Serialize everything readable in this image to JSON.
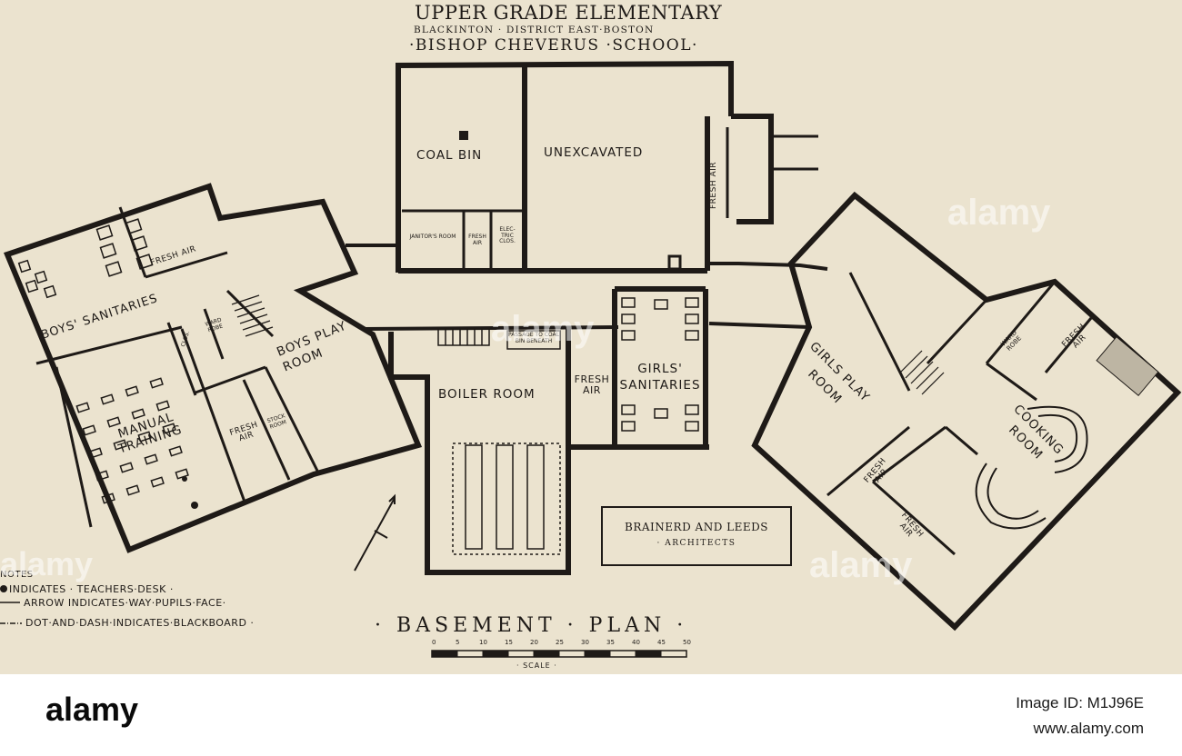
{
  "title": {
    "line1": "UPPER GRADE ELEMENTARY",
    "line2": "BLACKINTON · DISTRICT   EAST·BOSTON",
    "line3": "·BISHOP  CHEVERUS ·SCHOOL·"
  },
  "rooms": {
    "coal_bin": "COAL BIN",
    "unexcavated": "UNEXCAVATED",
    "fresh_air_top": "FRESH AIR",
    "janitors_room": "JANITOR'S ROOM",
    "fresh_air_small": "FRESH AIR",
    "electric_clos": "ELEC-TRIC CLOS.",
    "fresh_air_boys": "FRESH AIR",
    "boys_sanitaries": "BOYS' SANITARIES",
    "clos": "CLOS.",
    "ward_robe_boys": "WARD ROBE",
    "boys_play_room": "BOYS PLAY ROOM",
    "passage": "PASSAGE TO COAL BIN BENEATH",
    "boiler_room": "BOILER ROOM",
    "fresh_air_boiler": "FRESH AIR",
    "girls_sanitaries": "GIRLS' SANITARIES",
    "manual_training": "MANUAL TRAINING",
    "fresh_air_manual": "FRESH AIR",
    "stock_room": "STOCK ROOM",
    "girls_play_room": "GIRLS PLAY ROOM",
    "ward_robe_girls": "WARD ROBE",
    "fresh_air_girls": "FRESH AIR",
    "cooking_room": "COOKING ROOM",
    "fresh_air_cook1": "FRESH AIR",
    "fresh_air_cook2": "FRESH AIR"
  },
  "architects": {
    "name": "BRAINERD AND LEEDS",
    "role": "· ARCHITECTS"
  },
  "notes": {
    "heading": "NOTES",
    "line1": "INDICATES · TEACHERS·DESK ·",
    "line2": "ARROW INDICATES·WAY·PUPILS·FACE·",
    "line3": "DOT·AND·DASH·INDICATES·BLACKBOARD ·"
  },
  "plan_title": "· BASEMENT · PLAN ·",
  "scale": {
    "ticks": [
      "0",
      "5",
      "10",
      "15",
      "20",
      "25",
      "30",
      "35",
      "40",
      "45",
      "50"
    ],
    "label": "· SCALE ·"
  },
  "watermark": "alamy",
  "footer": {
    "logo": "alamy",
    "image_id": "Image ID: M1J96E",
    "site": "www.alamy.com"
  },
  "colors": {
    "paper": "#ebe3cf",
    "ink": "#1e1a17",
    "footer_bg": "#ffffff"
  }
}
